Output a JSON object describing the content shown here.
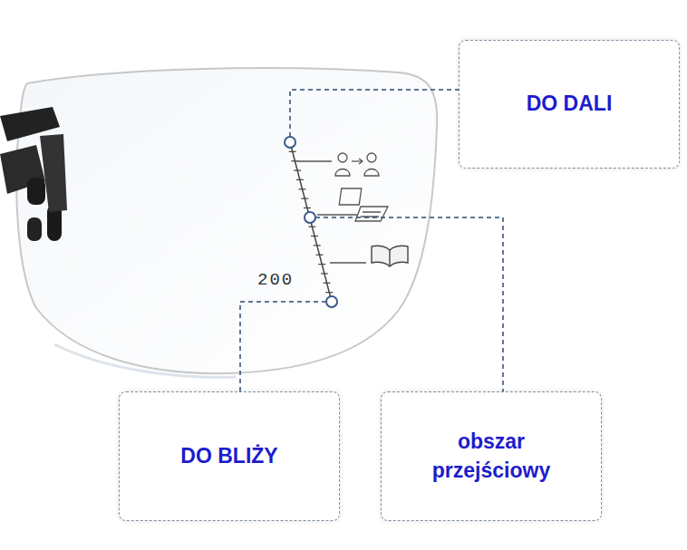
{
  "diagram": {
    "nodes": [
      {
        "text": [
          "DO DALI"
        ]
      },
      {
        "text": [
          "DO BLIŻY"
        ]
      },
      {
        "text": [
          "obszar przejściowy"
        ]
      }
    ],
    "labels": [
      "200"
    ]
  }
}
